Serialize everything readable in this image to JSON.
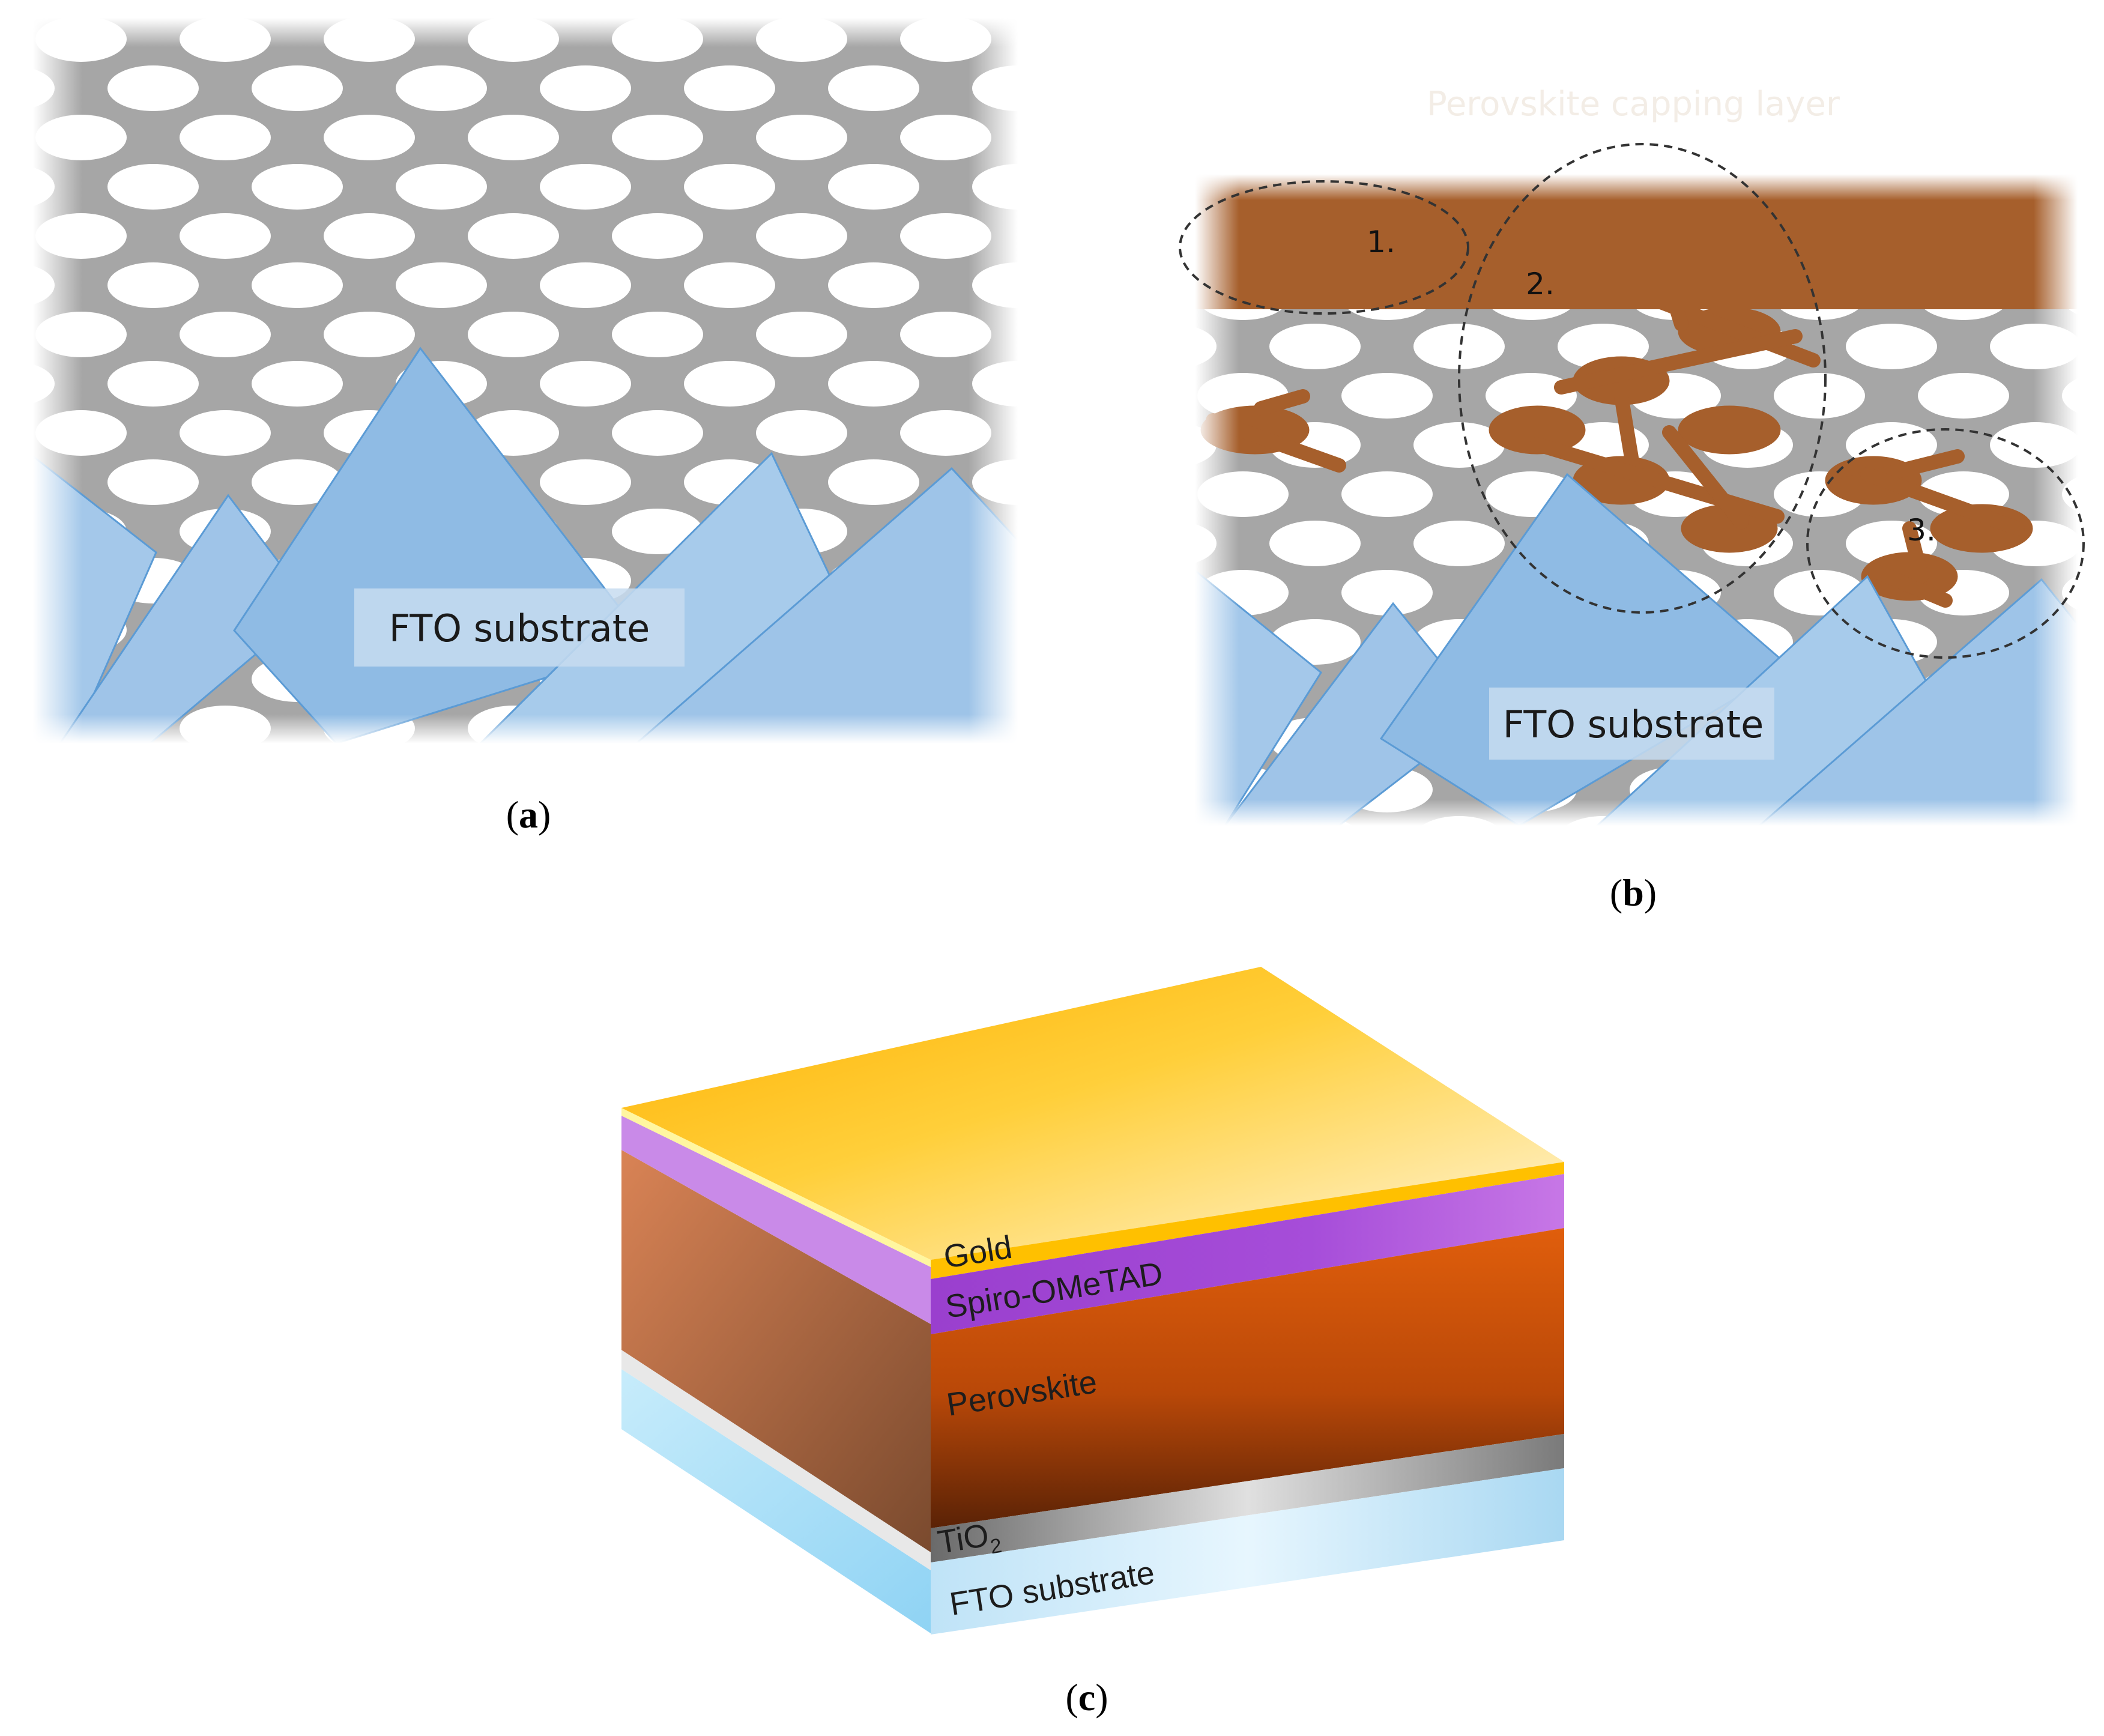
{
  "panel_a": {
    "label_letter": "a",
    "substrate_label": "FTO substrate"
  },
  "panel_b": {
    "label_letter": "b",
    "capping_label": "Perovskite capping layer",
    "substrate_label": "FTO substrate",
    "region_labels": [
      "1.",
      "2.",
      "3."
    ]
  },
  "panel_c": {
    "label_letter": "c",
    "layers": {
      "gold": "Gold",
      "spiro": "Spiro-OMeTAD",
      "perovskite": "Perovskite",
      "tio2_main": "TiO",
      "tio2_sub": "2",
      "fto": "FTO substrate"
    }
  },
  "colors": {
    "pore_gray": "#a6a6a6",
    "pore_white": "#ffffff",
    "perovskite_brown": "#a65f2c",
    "fto_blue": "#9dc3e6",
    "gold": "#ffc000",
    "spiro_purple": "#b35cd6"
  }
}
